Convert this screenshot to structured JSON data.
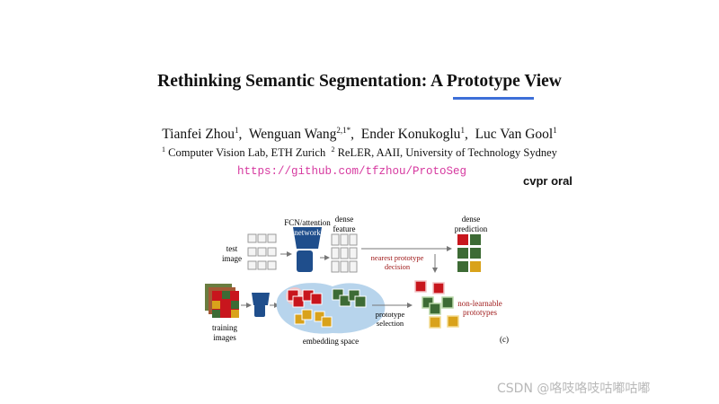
{
  "paper": {
    "title": "Rethinking Semantic Segmentation: A Prototype View",
    "authors": [
      {
        "name": "Tianfei Zhou",
        "sup": "1"
      },
      {
        "name": "Wenguan Wang",
        "sup": "2,1*"
      },
      {
        "name": "Ender Konukoglu",
        "sup": "1"
      },
      {
        "name": "Luc Van Gool",
        "sup": "1"
      }
    ],
    "affiliations": [
      {
        "sup": "1",
        "name": "Computer Vision Lab, ETH Zurich"
      },
      {
        "sup": "2",
        "name": "ReLER, AAII, University of Technology Sydney"
      }
    ],
    "url": "https://github.com/tfzhou/ProtoSeg",
    "note": "cvpr oral"
  },
  "figure": {
    "labels": {
      "fcn_line1": "FCN/attention",
      "fcn_line2": "network",
      "dense_feature_line1": "dense",
      "dense_feature_line2": "feature",
      "dense_prediction_line1": "dense",
      "dense_prediction_line2": "prediction",
      "test_image_line1": "test",
      "test_image_line2": "image",
      "nearest_line1": "nearest prototype",
      "nearest_line2": "decision",
      "training_line1": "training",
      "training_line2": "images",
      "embedding_space": "embedding space",
      "proto_sel_line1": "prototype",
      "proto_sel_line2": "selection",
      "nonlearn_line1": "non-learnable",
      "nonlearn_line2": "prototypes",
      "panel": "(c)"
    },
    "colors": {
      "red": "#c8161d",
      "green": "#3d6b35",
      "yellow": "#d9a21b",
      "network": "#1f4e8c",
      "embedding": "#b7d4ec",
      "highlight": "#a01c1c"
    }
  },
  "watermark": "CSDN @咯吱咯吱咕嘟咕嘟"
}
